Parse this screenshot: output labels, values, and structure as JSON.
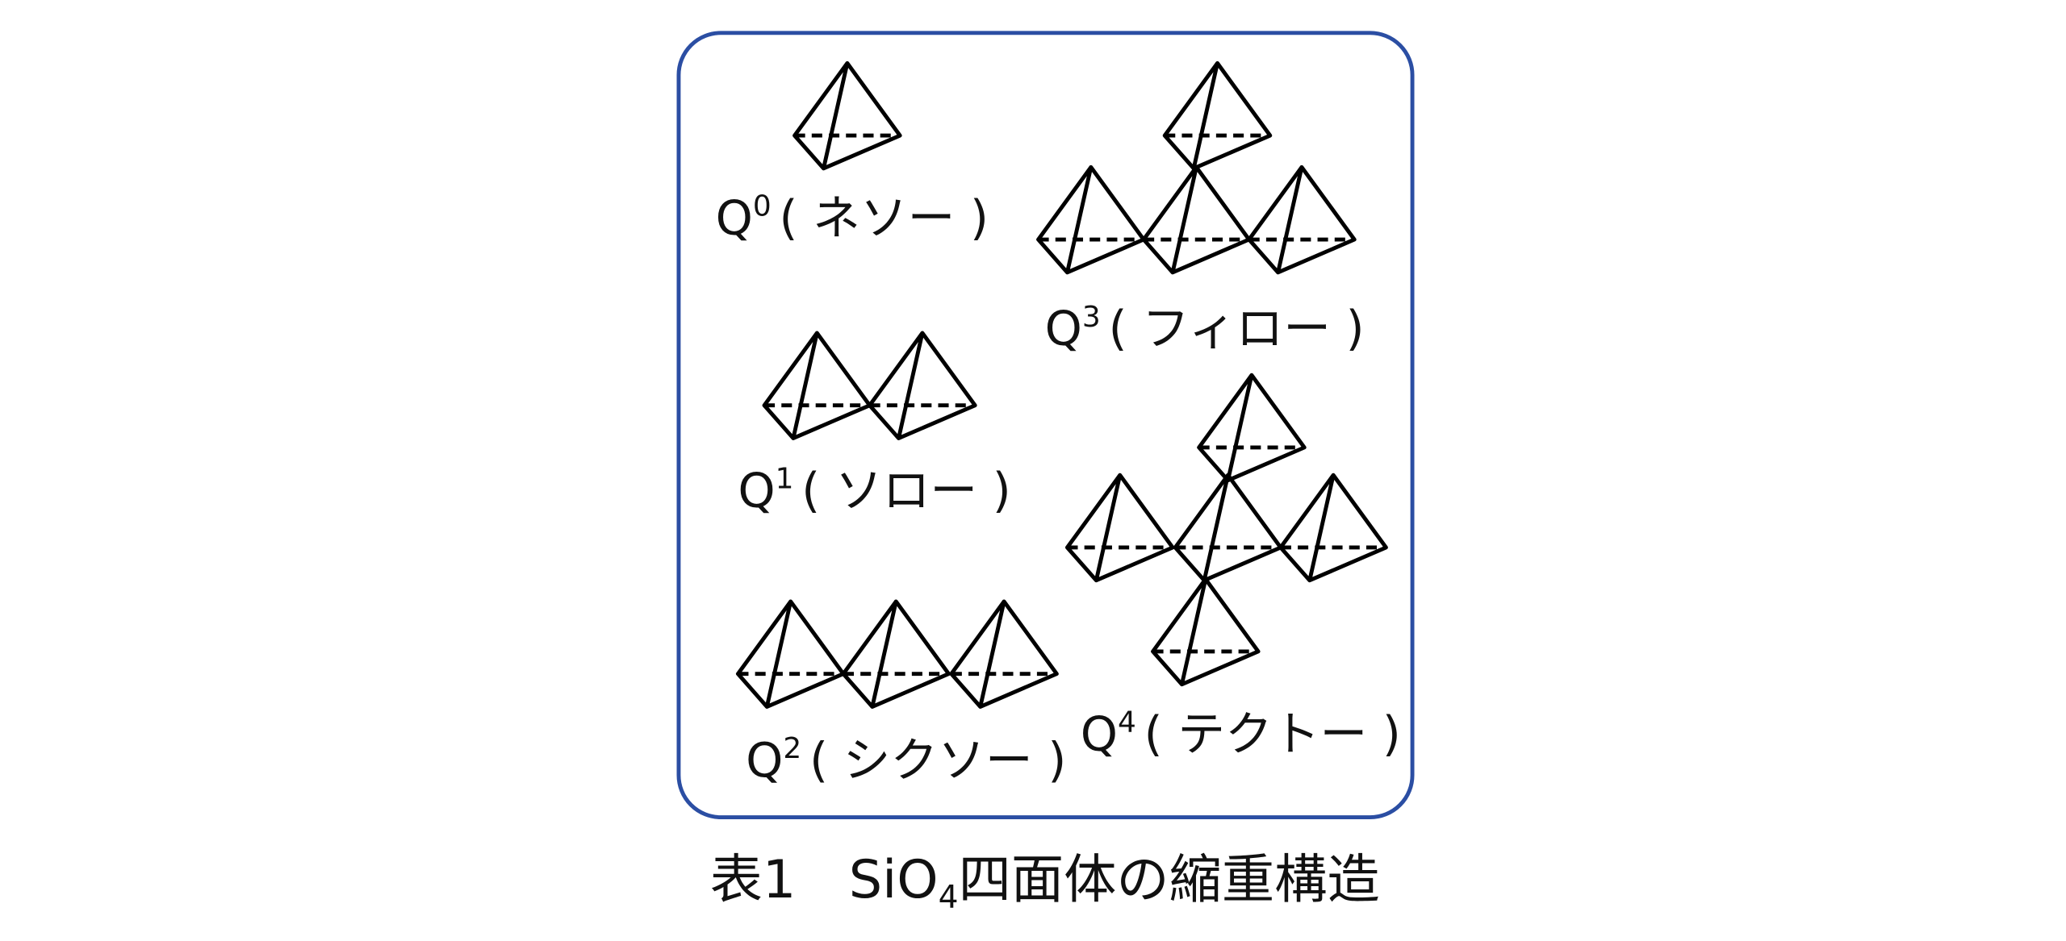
{
  "colors": {
    "frame": "#2b4ea3",
    "line": "#000000"
  },
  "labels": [
    {
      "q": "Q",
      "sup": "0",
      "name": "( ネソー )"
    },
    {
      "q": "Q",
      "sup": "1",
      "name": "( ソロー )"
    },
    {
      "q": "Q",
      "sup": "2",
      "name": "( シクソー )"
    },
    {
      "q": "Q",
      "sup": "3",
      "name": "( フィロー )"
    },
    {
      "q": "Q",
      "sup": "4",
      "name": "( テクトー )"
    }
  ],
  "caption": {
    "prefix": "表1　SiO",
    "sub": "4",
    "suffix": "四面体の縮重構造"
  }
}
